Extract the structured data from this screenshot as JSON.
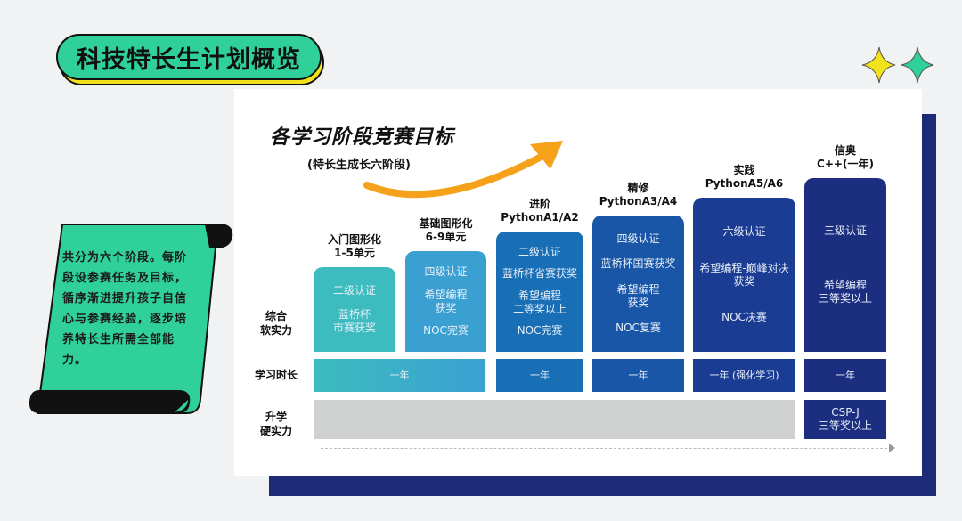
{
  "title": "科技特长生计划概览",
  "description": "共分为六个阶段。每阶段设参赛任务及目标，循序渐进提升孩子自信心与参赛经验，逐步培养特长生所需全部能力。",
  "heading": "各学习阶段竞赛目标",
  "subheading": "(特长生成长六阶段)",
  "row_labels": {
    "soft": "综合\n软实力",
    "duration": "学习时长",
    "hard": "升学\n硬实力"
  },
  "stages": [
    {
      "name": "入门图形化",
      "sub": "1-5单元",
      "goals": [
        "二级认证",
        "蓝桥杯\n市赛获奖"
      ],
      "duration": "一年",
      "color": "#3dbcbf"
    },
    {
      "name": "基础图形化",
      "sub": "6-9单元",
      "goals": [
        "四级认证",
        "希望编程\n获奖",
        "NOC完赛"
      ],
      "color": "#3aa0d2"
    },
    {
      "name": "进阶",
      "sub": "PythonA1/A2",
      "goals": [
        "二级认证",
        "蓝桥杯省赛获奖",
        "希望编程\n二等奖以上",
        "NOC完赛"
      ],
      "duration": "一年",
      "color": "#196fb6"
    },
    {
      "name": "精修",
      "sub": "PythonA3/A4",
      "goals": [
        "四级认证",
        "蓝桥杯国赛获奖",
        "希望编程\n获奖",
        "NOC复赛"
      ],
      "duration": "一年",
      "color": "#1a56a7"
    },
    {
      "name": "实践",
      "sub": "PythonA5/A6",
      "goals": [
        "六级认证",
        "希望编程-巅峰对决\n获奖",
        "NOC决赛"
      ],
      "duration": "一年 (强化学习)",
      "color": "#1b3c93"
    },
    {
      "name": "信奥",
      "sub": "C++(一年)",
      "goals": [
        "三级认证",
        "希望编程\n三等奖以上"
      ],
      "duration": "一年",
      "hard": "CSP-J\n三等奖以上",
      "color": "#1c2e80"
    }
  ],
  "colors": {
    "accent_green": "#2fd09a",
    "accent_yellow": "#f2e21c",
    "navy": "#1c2a78",
    "arrow_orange": "#f5a21a"
  }
}
